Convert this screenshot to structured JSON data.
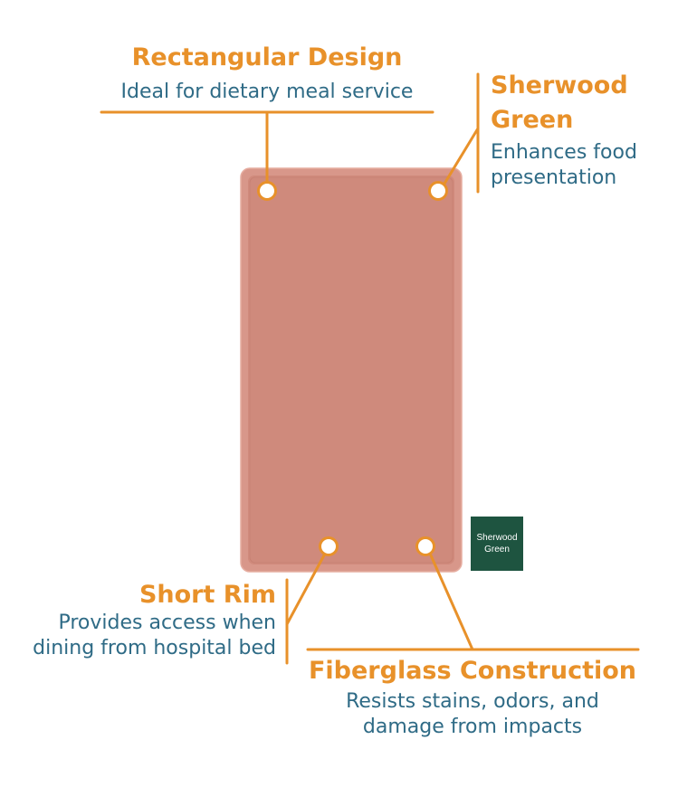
{
  "callouts": {
    "rectangular": {
      "title": "Rectangular Design",
      "desc": "Ideal for dietary meal service"
    },
    "color": {
      "title_line1": "Sherwood",
      "title_line2": "Green",
      "desc_line1": "Enhances food",
      "desc_line2": "presentation"
    },
    "rim": {
      "title": "Short Rim",
      "desc_line1": "Provides access when",
      "desc_line2": "dining from hospital bed"
    },
    "fiberglass": {
      "title": "Fiberglass Construction",
      "desc_line1": "Resists stains, odors, and",
      "desc_line2": "damage from impacts"
    }
  },
  "swatch": {
    "line1": "Sherwood",
    "line2": "Green",
    "color": "#1e5440"
  },
  "colors": {
    "accent": "#e8912a",
    "text": "#2f6b86",
    "tray": "#d38e80"
  }
}
